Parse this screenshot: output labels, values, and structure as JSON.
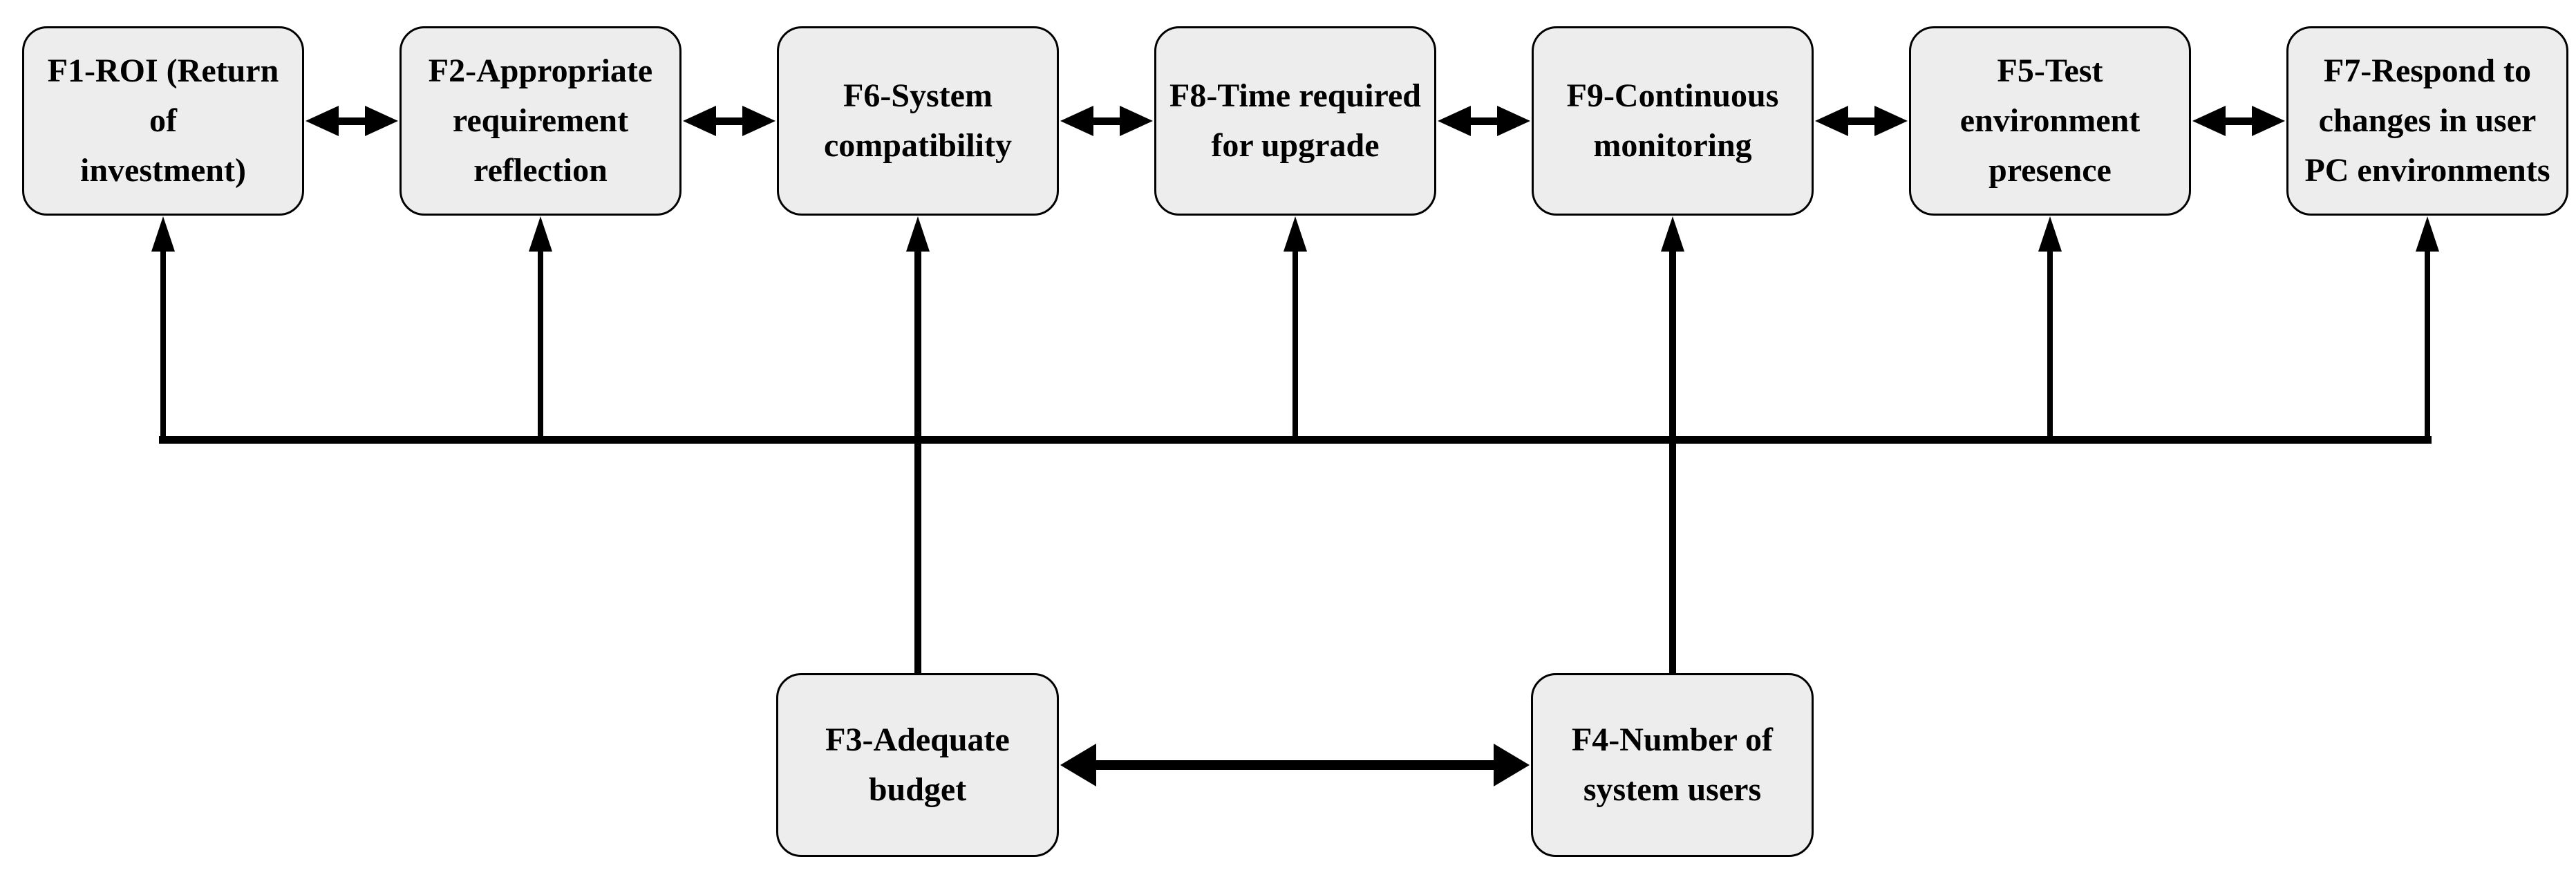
{
  "diagram": {
    "title": "Factor relationship diagram",
    "colors": {
      "background": "#ffffff",
      "node_fill": "#ededed",
      "node_border": "#000000",
      "arrow": "#000000"
    },
    "nodes": {
      "f1": {
        "id": "F1",
        "label": "F1-ROI (Return of\ninvestment)"
      },
      "f2": {
        "id": "F2",
        "label": "F2-Appropriate\nrequirement\nreflection"
      },
      "f6": {
        "id": "F6",
        "label": "F6-System\ncompatibility"
      },
      "f8": {
        "id": "F8",
        "label": "F8-Time required\nfor upgrade"
      },
      "f9": {
        "id": "F9",
        "label": "F9-Continuous\nmonitoring"
      },
      "f5": {
        "id": "F5",
        "label": "F5-Test\nenvironment\npresence"
      },
      "f7": {
        "id": "F7",
        "label": "F7-Respond to\nchanges in user\nPC environments"
      },
      "f3": {
        "id": "F3",
        "label": "F3-Adequate\nbudget"
      },
      "f4": {
        "id": "F4",
        "label": "F4-Number of\nsystem users"
      }
    },
    "edges": [
      {
        "from": "F1",
        "to": "F2",
        "style": "double-arrow"
      },
      {
        "from": "F2",
        "to": "F6",
        "style": "double-arrow"
      },
      {
        "from": "F6",
        "to": "F8",
        "style": "double-arrow"
      },
      {
        "from": "F8",
        "to": "F9",
        "style": "double-arrow"
      },
      {
        "from": "F9",
        "to": "F5",
        "style": "double-arrow"
      },
      {
        "from": "F5",
        "to": "F7",
        "style": "double-arrow"
      },
      {
        "from": "F3",
        "to": "F4",
        "style": "double-arrow"
      },
      {
        "from": "F3",
        "to": "F6",
        "style": "arrow-up-through-bus"
      },
      {
        "from": "F4",
        "to": "F9",
        "style": "arrow-up-through-bus"
      },
      {
        "from": "bus",
        "to": "F1",
        "style": "arrow-up"
      },
      {
        "from": "bus",
        "to": "F2",
        "style": "arrow-up"
      },
      {
        "from": "bus",
        "to": "F8",
        "style": "arrow-up"
      },
      {
        "from": "bus",
        "to": "F5",
        "style": "arrow-up"
      },
      {
        "from": "bus",
        "to": "F7",
        "style": "arrow-up"
      }
    ],
    "bus": {
      "sources": [
        "F3",
        "F4"
      ],
      "targets": [
        "F1",
        "F2",
        "F6",
        "F8",
        "F9",
        "F5",
        "F7"
      ]
    }
  }
}
